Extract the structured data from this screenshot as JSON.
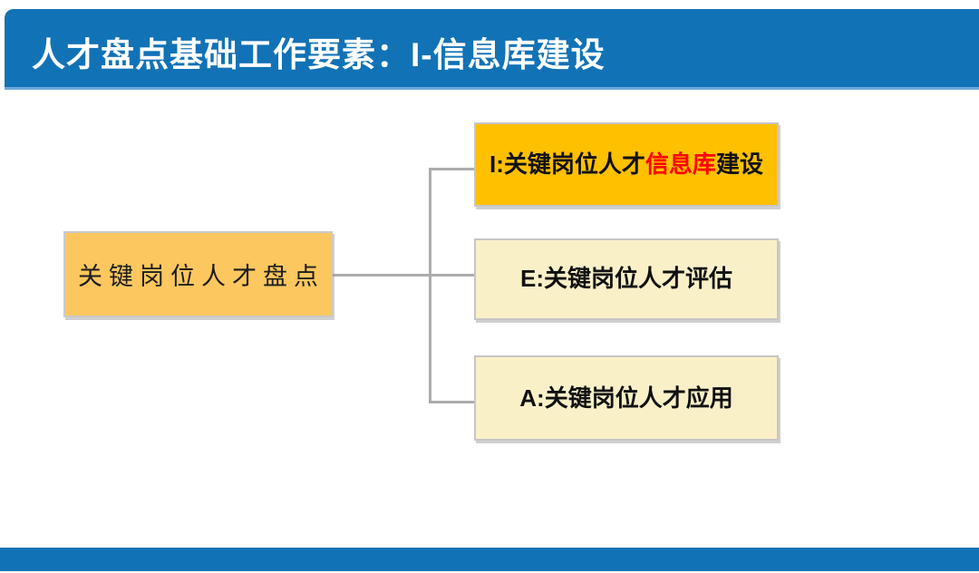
{
  "header": {
    "title": "人才盘点基础工作要素：I-信息库建设"
  },
  "diagram": {
    "root": {
      "label": "关键岗位人才盘点"
    },
    "children": [
      {
        "key": "I",
        "text_before": "I:关键岗位人才",
        "text_highlight": "信息库",
        "text_after": "建设",
        "emphasized": true
      },
      {
        "key": "E",
        "label": "E:关键岗位人才评估"
      },
      {
        "key": "A",
        "label": "A:关键岗位人才应用"
      }
    ]
  },
  "colors": {
    "header_blue": "#1272B6",
    "header_underline_blue": "#6FA8DC",
    "footer_blue": "#1272B6",
    "root_orange": "#FCC75E",
    "child_gold": "#FFC000",
    "child_cream": "#FAF0C8",
    "highlight_red": "#FF0000",
    "connector_gray": "#ACACAC",
    "border_gray": "#C6C6C6",
    "title_text": "#FFFFFF",
    "body_text": "#111111"
  }
}
